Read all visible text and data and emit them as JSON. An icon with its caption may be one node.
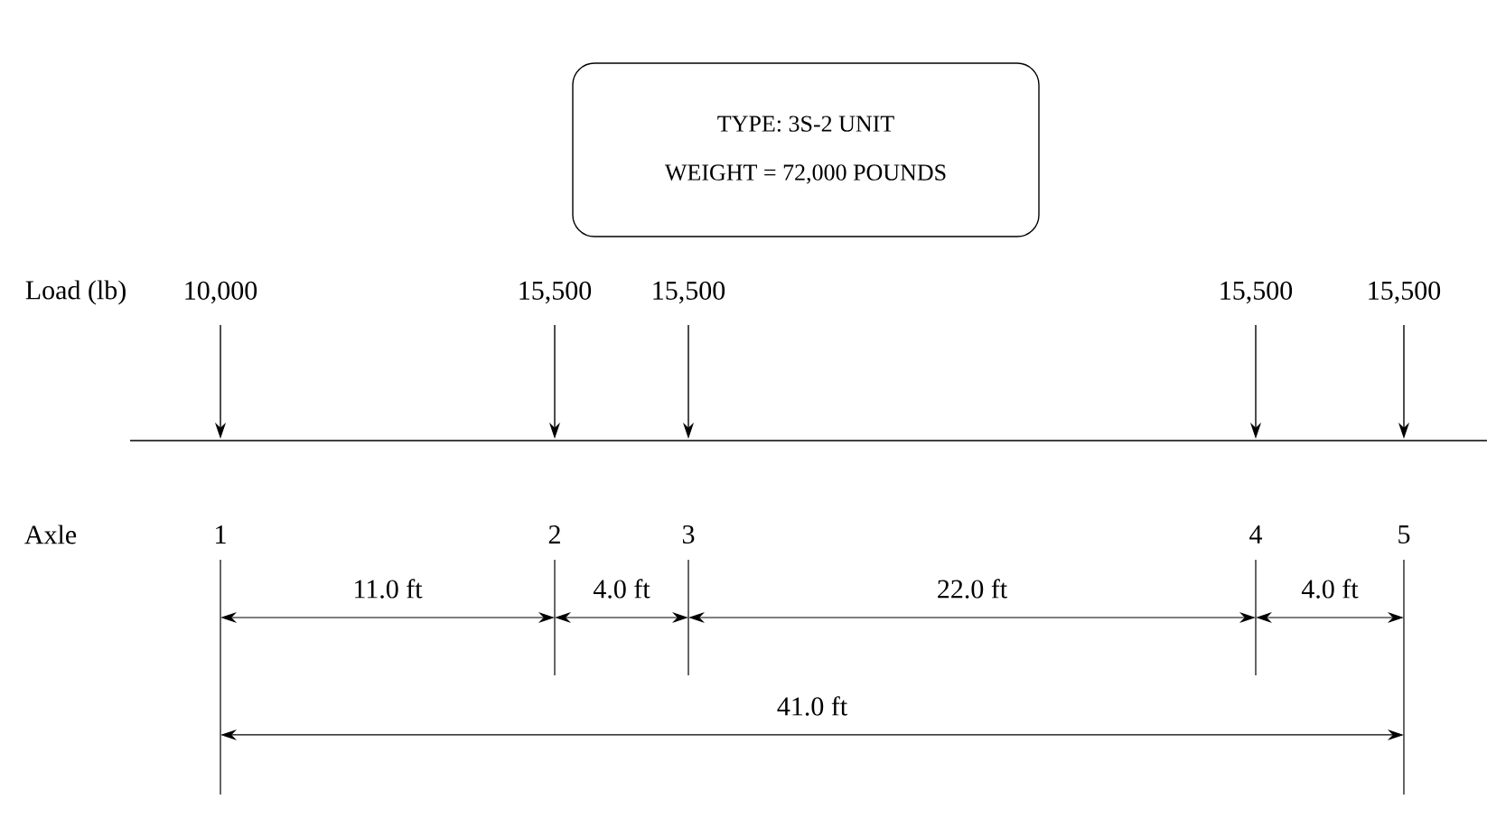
{
  "diagram": {
    "nodes": [
      {
        "text": [
          "TYPE:  3S-2 UNIT",
          "WEIGHT = 72,000 POUNDS"
        ]
      }
    ],
    "edges": [],
    "labels": [
      "Load (lb)",
      "10,000",
      "15,500",
      "15,500",
      "15,500",
      "15,500",
      "Axle",
      "1",
      "2",
      "3",
      "4",
      "5",
      "11.0 ft",
      "4.0 ft",
      "22.0 ft",
      "4.0 ft",
      "41.0 ft"
    ]
  }
}
